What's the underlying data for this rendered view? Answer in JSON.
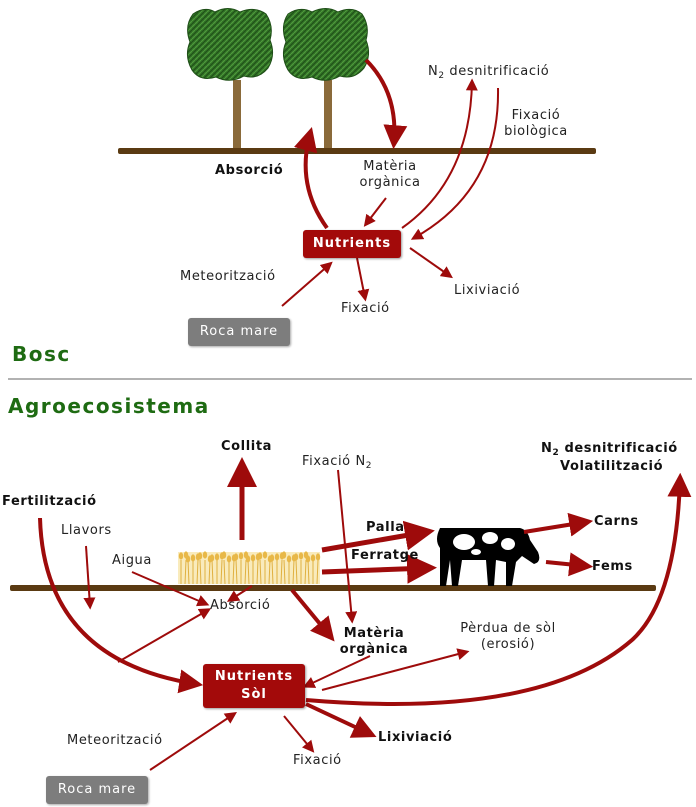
{
  "bosc": {
    "section_title": "Bosc",
    "n2_prefix": "N",
    "n2_sub": "2",
    "n2_desnit_suffix": " desnitrificació",
    "fixacio_biologica_line1": "Fixació",
    "fixacio_biologica_line2": "biològica",
    "absorcio": "Absorció",
    "materia_organica_line1": "Matèria",
    "materia_organica_line2": "orgànica",
    "nutrients": "Nutrients",
    "meteoritzacio": "Meteorització",
    "lixiviacio": "Lixiviació",
    "fixacio": "Fixació",
    "roca_mare": "Roca mare"
  },
  "agro": {
    "section_title": "Agroecosistema",
    "collita": "Collita",
    "fixacio_n2_prefix": "Fixació N",
    "fixacio_n2_sub": "2",
    "n2_prefix": "N",
    "n2_sub": "2",
    "n2_desnit_suffix": " desnitrificació",
    "volatilitzacio": "Volatilització",
    "fertilitzacio": "Fertilització",
    "llavors": "Llavors",
    "aigua": "Aigua",
    "palla": "Palla",
    "ferratge": "Ferratge",
    "carns": "Carns",
    "fems": "Fems",
    "absorcio": "Absorció",
    "materia_organica_line1": "Matèria",
    "materia_organica_line2": "orgànica",
    "perdua_line1": "Pèrdua de sòl",
    "perdua_line2": "(erosió)",
    "nutrients_line1": "Nutrients",
    "nutrients_line2": "Sòl",
    "meteoritzacio": "Meteorització",
    "lixiviacio": "Lixiviació",
    "fixacio": "Fixació",
    "roca_mare": "Roca mare"
  },
  "colors": {
    "arrow": "#9e0b0b",
    "ground": "#5a3a12",
    "section_title": "#1e6b12",
    "nutrients_box": "#a30a0a",
    "rock_box": "#7d7d7d",
    "foliage": "#2e6b22",
    "trunk": "#8a6a3a",
    "crop": "#f0c860"
  }
}
